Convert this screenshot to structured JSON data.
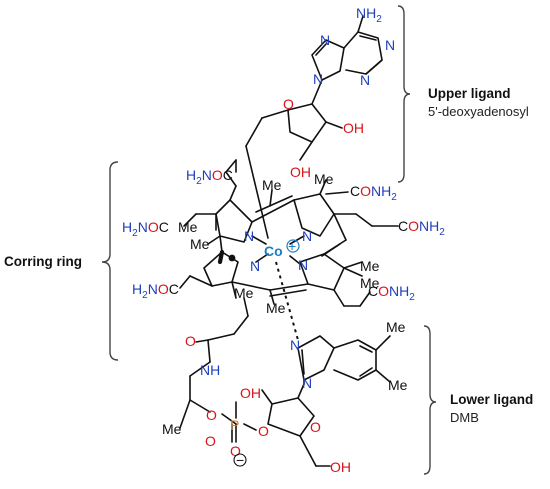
{
  "labels": {
    "upper_title": "Upper ligand",
    "upper_sub": "5'-deoxyadenosyl",
    "corring": "Corring ring",
    "lower_title": "Lower ligand",
    "lower_sub": "DMB"
  },
  "atoms": {
    "nh2": "NH",
    "nh2_sub": "2",
    "n": "N",
    "oh": "OH",
    "o": "O",
    "co": "Co",
    "co_charge": "+",
    "me": "Me",
    "h2noc": "H",
    "h2noc_sub": "2",
    "h2noc_tail": "NOC",
    "conh2": "CONH",
    "conh2_sub": "2",
    "nh": "NH",
    "p": "P",
    "o_minus": "−"
  },
  "colors": {
    "nitrogen": "#1f3fbf",
    "oxygen": "#d8141b",
    "phosphorus": "#e0781e",
    "cobalt": "#1b7fc4"
  }
}
